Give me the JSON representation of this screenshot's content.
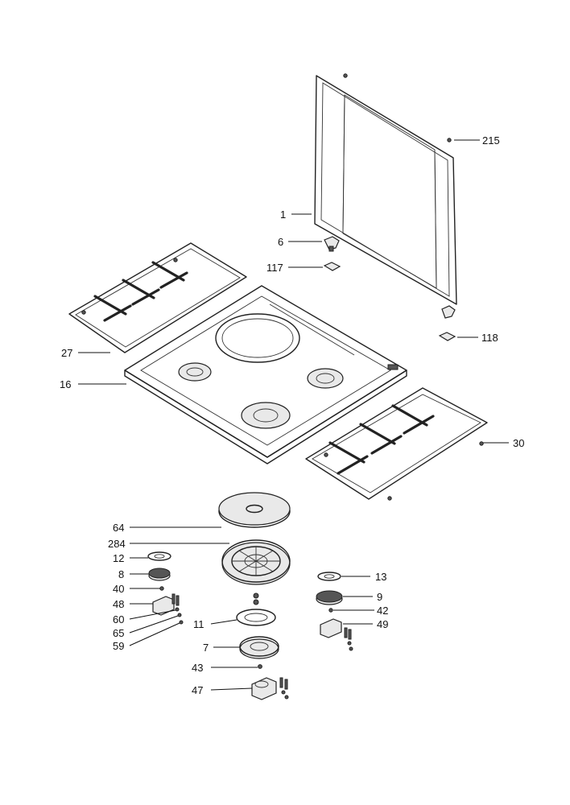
{
  "callouts": {
    "c1": "1",
    "c6": "6",
    "c117": "117",
    "c215": "215",
    "c118": "118",
    "c27": "27",
    "c16": "16",
    "c30": "30",
    "c64": "64",
    "c284": "284",
    "c12": "12",
    "c8": "8",
    "c40": "40",
    "c48": "48",
    "c60": "60",
    "c65": "65",
    "c59": "59",
    "c11": "11",
    "c7": "7",
    "c43": "43",
    "c47": "47",
    "c13": "13",
    "c9": "9",
    "c42": "42",
    "c49": "49"
  }
}
